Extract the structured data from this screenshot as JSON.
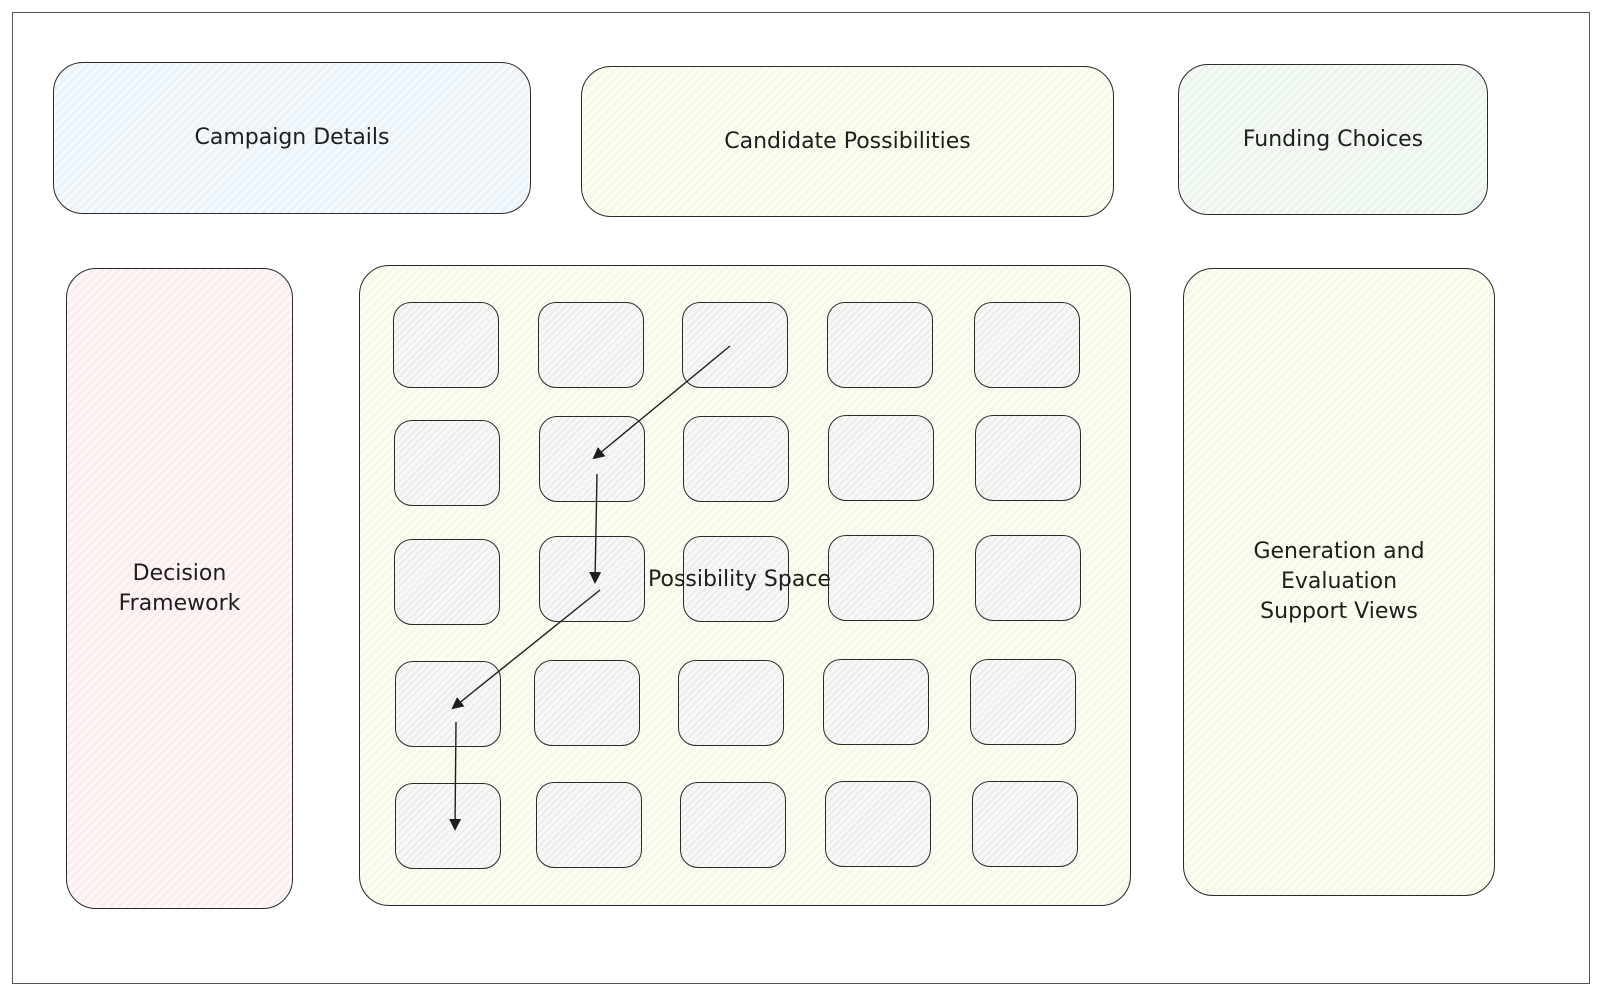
{
  "campaign_details": "Campaign Details",
  "candidate_possibilities": "Candidate Possibilities",
  "funding_choices": "Funding Choices",
  "decision_framework": "Decision\nFramework",
  "possibility_space": "Possibility Space",
  "support_views": "Generation and\nEvaluation\nSupport Views"
}
